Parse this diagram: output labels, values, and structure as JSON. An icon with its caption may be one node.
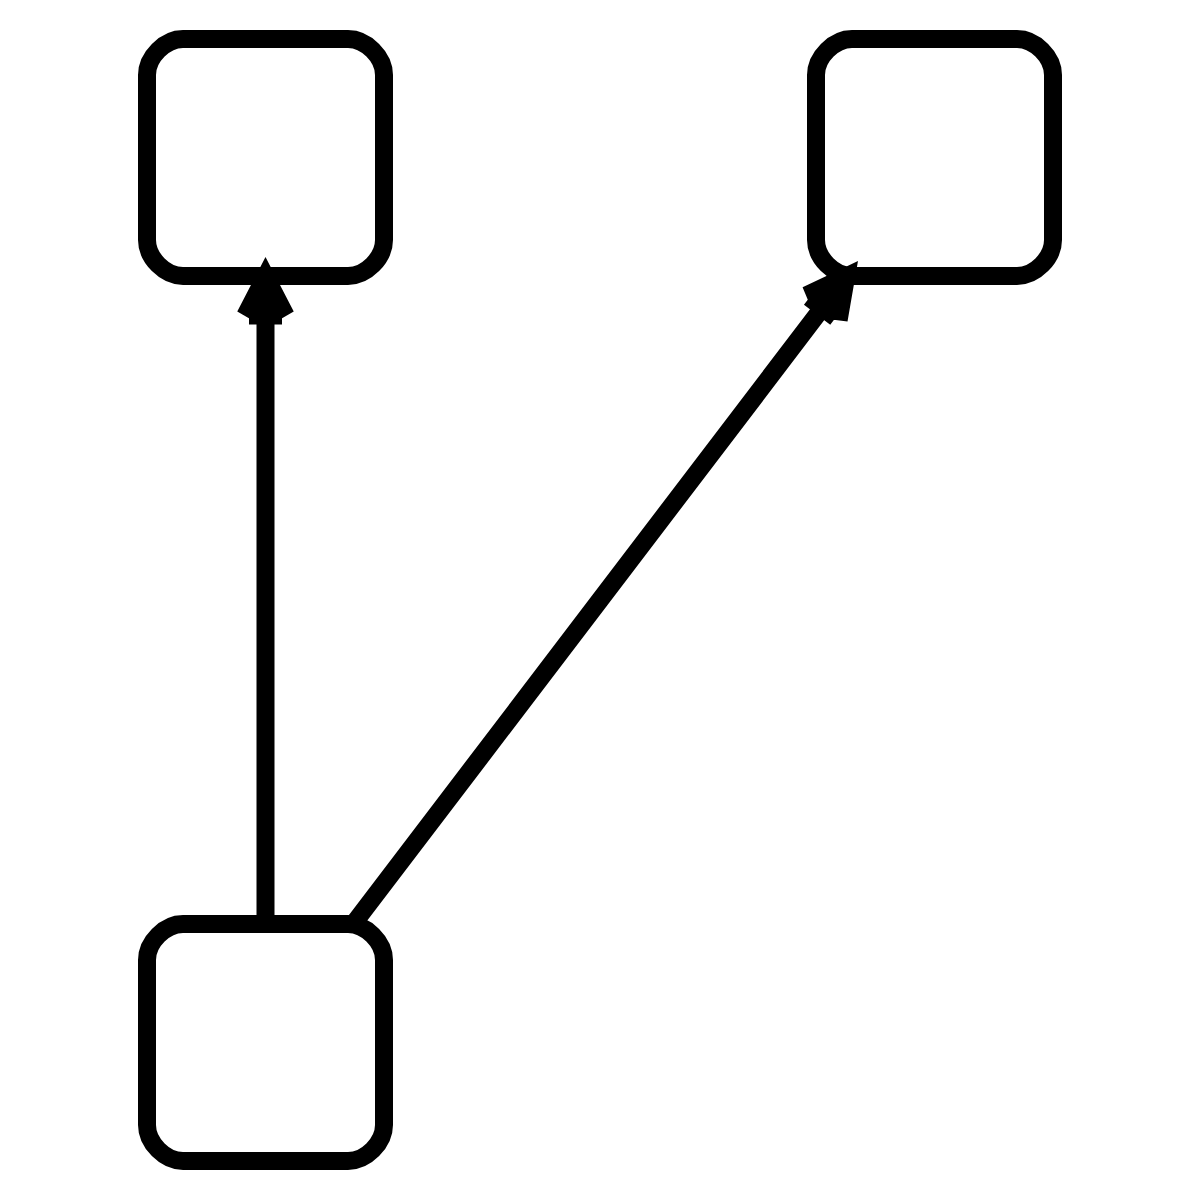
{
  "diagram": {
    "nodes": [
      {
        "text": [],
        "shape": "box"
      },
      {
        "text": [],
        "shape": "box"
      },
      {
        "text": [],
        "shape": "box"
      }
    ],
    "edges": [
      {
        "from": 2,
        "to": 0,
        "arrow": "to"
      },
      {
        "from": 2,
        "to": 1,
        "arrow": "to"
      }
    ]
  }
}
